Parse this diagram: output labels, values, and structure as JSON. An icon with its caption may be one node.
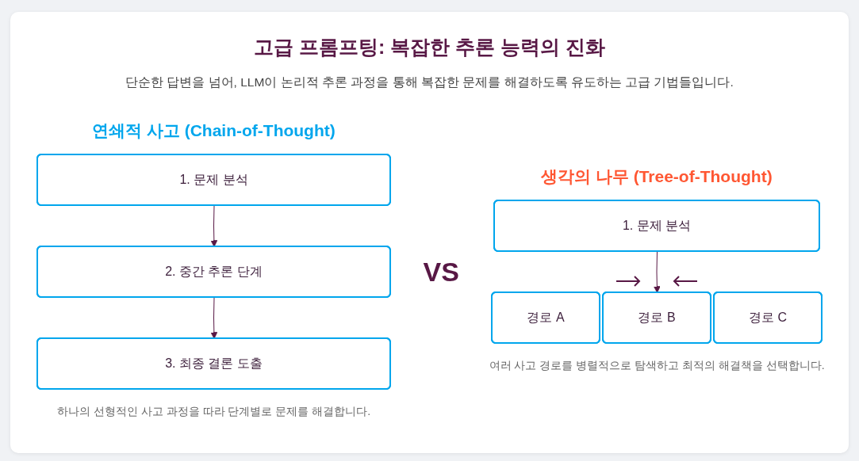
{
  "diagram": {
    "title": "고급 프롬프팅: 복잡한 추론 능력의 진화",
    "nodes": [
      {
        "text": [
          "1. 문제 분석"
        ]
      },
      {
        "text": [
          "2. 중간 추론 단계"
        ]
      },
      {
        "text": [
          "3. 최종 결론 도출"
        ]
      },
      {
        "text": [
          "1. 문제 분석"
        ]
      },
      {
        "text": [
          "경로 A"
        ]
      },
      {
        "text": [
          "경로 B"
        ]
      },
      {
        "text": [
          "경로 C"
        ]
      }
    ],
    "edges": [
      {
        "from": 0,
        "to": 1,
        "arrow": "to"
      },
      {
        "from": 1,
        "to": 2,
        "arrow": "to"
      },
      {
        "from": 3,
        "to": 5,
        "arrow": "to"
      }
    ],
    "labels": [
      "단순한 답변을 넘어, LLM이 논리적 추론 과정을 통해 복잡한 문제를 해결하도록 유도하는 고급 기법들입니다.",
      "연쇄적 사고 (Chain-of-Thought)",
      "하나의 선형적인 사고 과정을 따라 단계별로 문제를 해결합니다.",
      "VS",
      "생각의 나무 (Tree-of-Thought)",
      "여러 사고 경로를 병렬적으로 탐색하고 최적의 해결책을 선택합니다."
    ]
  }
}
